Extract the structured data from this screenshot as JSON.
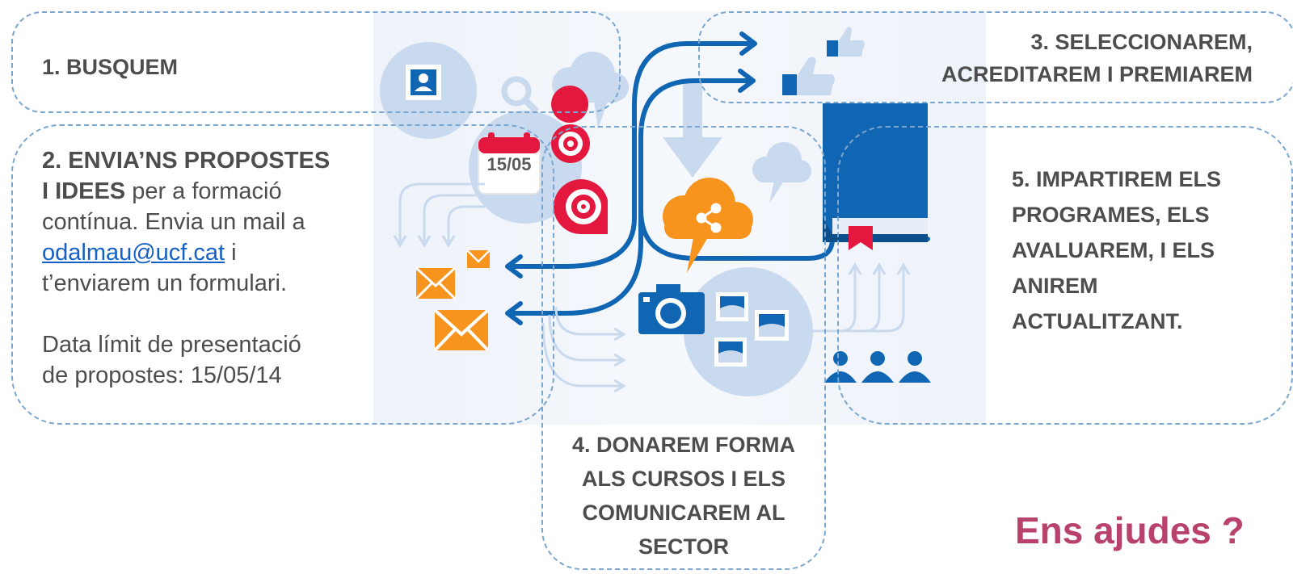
{
  "steps": {
    "s1": {
      "title": "1. BUSQUEM"
    },
    "s2": {
      "title_line1": "2. ENVIA’NS PROPOSTES",
      "title_line2": "I IDEES",
      "text_after_title": " per a formació",
      "line3": "contínua. Envia un mail a",
      "email": "odalmau@ucf.cat",
      "after_email": " i",
      "line5": "t’enviarem un formulari.",
      "deadline_line1": "Data límit de presentació",
      "deadline_line2": "de propostes:  15/05/14"
    },
    "s3": {
      "line1": "3. SELECCIONAREM,",
      "line2": "ACREDITAREM I PREMIAREM"
    },
    "s4": {
      "line1": "4. DONAREM FORMA",
      "line2": "ALS CURSOS I ELS",
      "line3": "COMUNICAREM AL",
      "line4": "SECTOR"
    },
    "s5": {
      "line1": "5. IMPARTIREM ELS",
      "line2": "PROGRAMES, ELS",
      "line3": "AVALUAREM, I ELS",
      "line4": "ANIREM",
      "line5": "ACTUALITZANT."
    }
  },
  "calendar": {
    "date": "15/05"
  },
  "cta": {
    "text": "Ens ajudes ?"
  },
  "colors": {
    "blue": "#1066b3",
    "light_blue": "#c9d9ee",
    "red": "#e4173e",
    "orange": "#f7941d",
    "purple": "#b8426c",
    "dash": "#7aa6cf"
  },
  "icons": [
    "user-icon",
    "search-icon",
    "cloud-icon",
    "calendar-icon",
    "target-icon",
    "thumbs-up-icon",
    "share-cloud-icon",
    "camera-icon",
    "photo-icon",
    "mail-icon",
    "book-icon",
    "people-icon"
  ]
}
